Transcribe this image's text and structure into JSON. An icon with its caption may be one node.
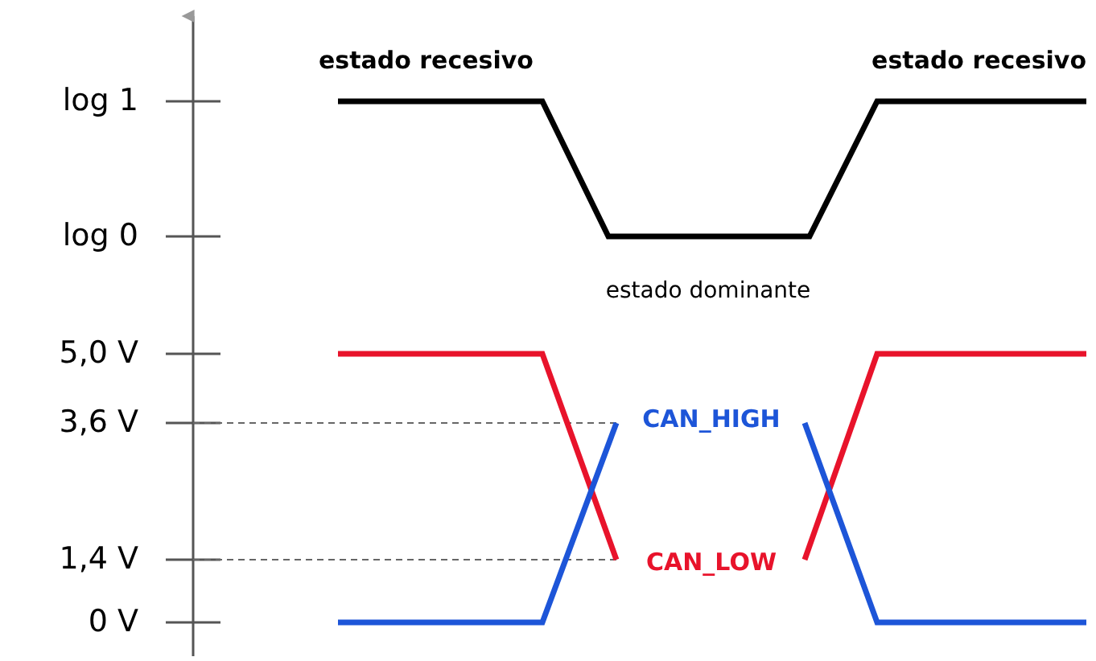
{
  "diagram": {
    "labels": [
      "estado recesivo",
      "estado recesivo",
      "log 1",
      "log 0",
      "estado dominante",
      "5,0 V",
      "3,6 V",
      "CAN_HIGH",
      "1,4 V",
      "CAN_LOW",
      "0 V"
    ]
  }
}
